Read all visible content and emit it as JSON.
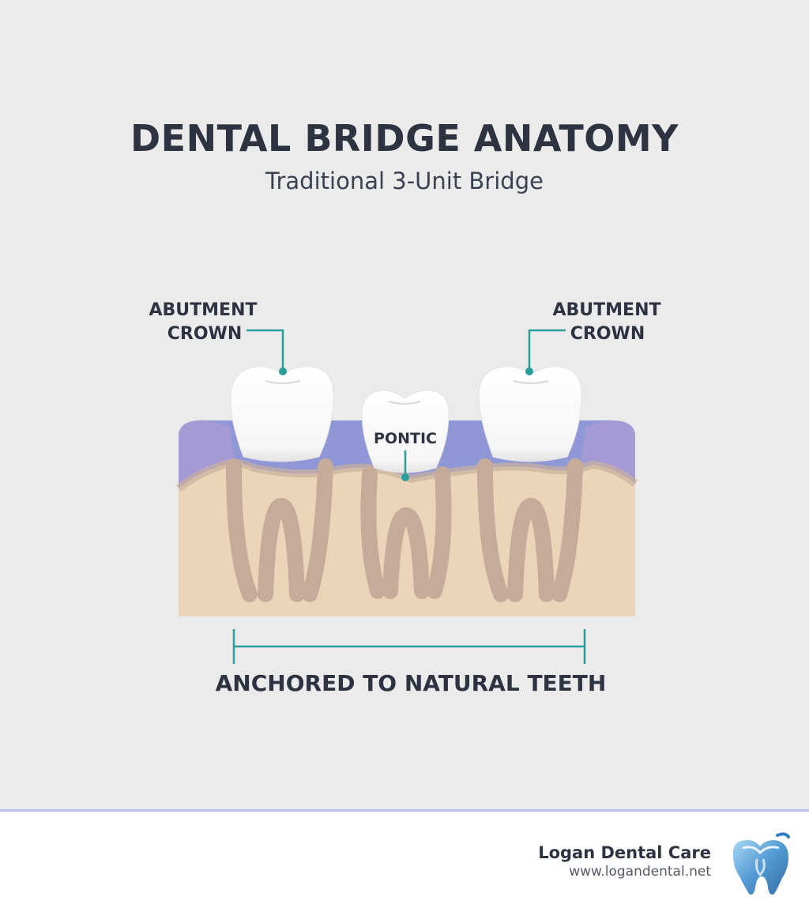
{
  "header": {
    "title": "DENTAL BRIDGE ANATOMY",
    "subtitle": "Traditional 3-Unit Bridge"
  },
  "labels": {
    "left_abutment": [
      "ABUTMENT",
      "CROWN"
    ],
    "right_abutment": [
      "ABUTMENT",
      "CROWN"
    ],
    "pontic": "PONTIC",
    "span": "ANCHORED TO NATURAL TEETH"
  },
  "colors": {
    "background": "#ebebec",
    "title": "#2d3340",
    "gum": "#8f97d6",
    "gum_edge": "#a59ad4",
    "bone": "#ead5b8",
    "root": "#c6ab9b",
    "tooth": "#ffffff",
    "leader": "#2a9d9a",
    "footer_line": "#b9bdf0"
  },
  "footer": {
    "brand": "Logan Dental Care",
    "url": "www.logandental.net",
    "logo_icon": "tooth-logo-icon"
  }
}
